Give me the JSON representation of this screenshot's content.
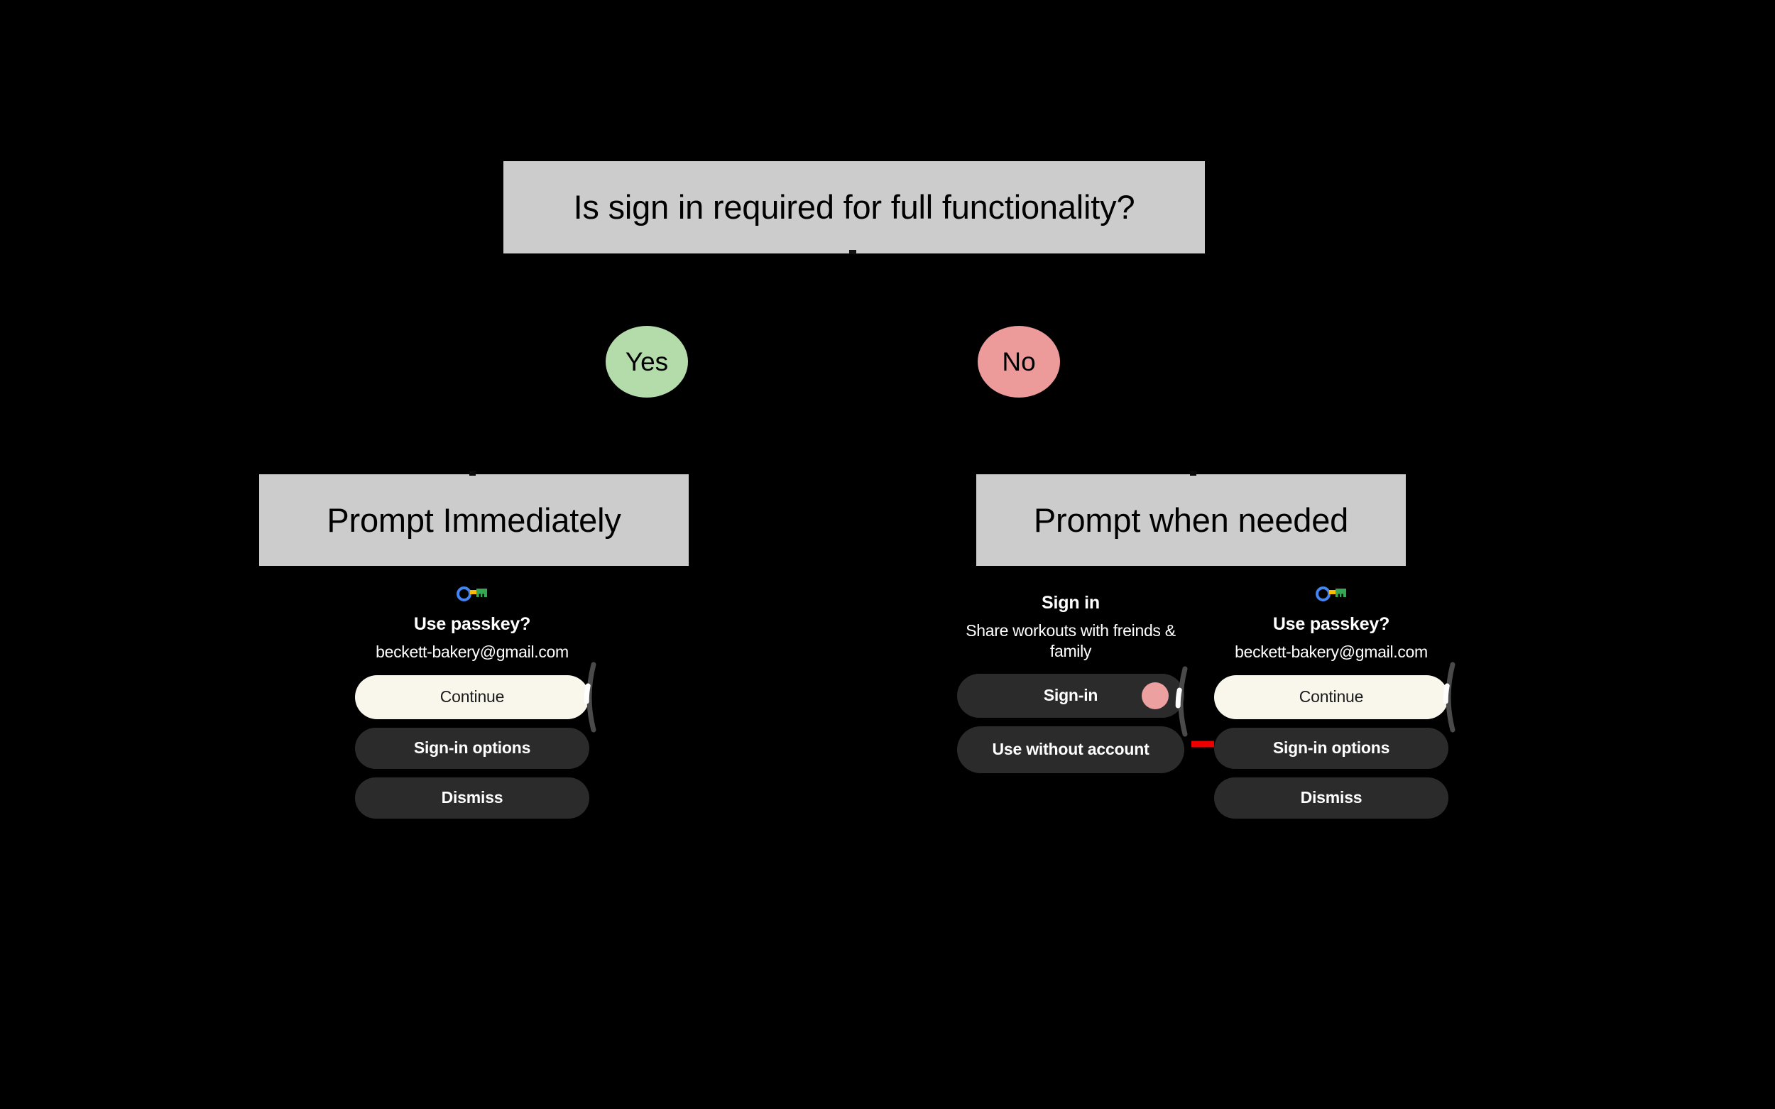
{
  "diagram": {
    "type": "decision-flowchart",
    "background_color": "#000000",
    "box_fill": "#cccccc",
    "title": "Is sign in required for full functionality?",
    "branches": [
      {
        "label": "Yes",
        "color": "#b4dcab",
        "outcome": "Prompt Immediately"
      },
      {
        "label": "No",
        "color": "#ec9a9a",
        "outcome": "Prompt when needed"
      }
    ],
    "left_outcome": "Prompt Immediately",
    "right_outcome": "Prompt when needed",
    "arrow_color": "#ee0000"
  },
  "devices": {
    "left": {
      "name": "passkey-prompt-immediate",
      "icon": "google-passkey-icon",
      "title": "Use passkey?",
      "subtitle": "beckett-bakery@gmail.com",
      "buttons": [
        {
          "label": "Continue",
          "style": "primary"
        },
        {
          "label": "Sign-in options",
          "style": "secondary"
        },
        {
          "label": "Dismiss",
          "style": "secondary"
        }
      ]
    },
    "middle": {
      "name": "sign-in-prompt",
      "title": "Sign in",
      "subtitle": "Share workouts with freinds & family",
      "buttons": [
        {
          "label": "Sign-in",
          "style": "secondary",
          "badge_color": "#eda0a0"
        },
        {
          "label": "Use without account",
          "style": "secondary"
        }
      ]
    },
    "right": {
      "name": "passkey-prompt-when-needed",
      "icon": "google-passkey-icon",
      "title": "Use passkey?",
      "subtitle": "beckett-bakery@gmail.com",
      "buttons": [
        {
          "label": "Continue",
          "style": "primary"
        },
        {
          "label": "Sign-in options",
          "style": "secondary"
        },
        {
          "label": "Dismiss",
          "style": "secondary"
        }
      ]
    }
  },
  "colors": {
    "background": "#000000",
    "box_fill": "#cccccc",
    "yes_green": "#b4dcab",
    "no_red": "#ec9a9a",
    "primary_button": "#f9f6ec",
    "secondary_button": "#2b2b2b",
    "accent_pink": "#eda0a0",
    "arrow_red": "#ee0000",
    "passkey_blue": "#4285f4",
    "passkey_yellow": "#fbbc04",
    "passkey_green": "#34a853"
  }
}
